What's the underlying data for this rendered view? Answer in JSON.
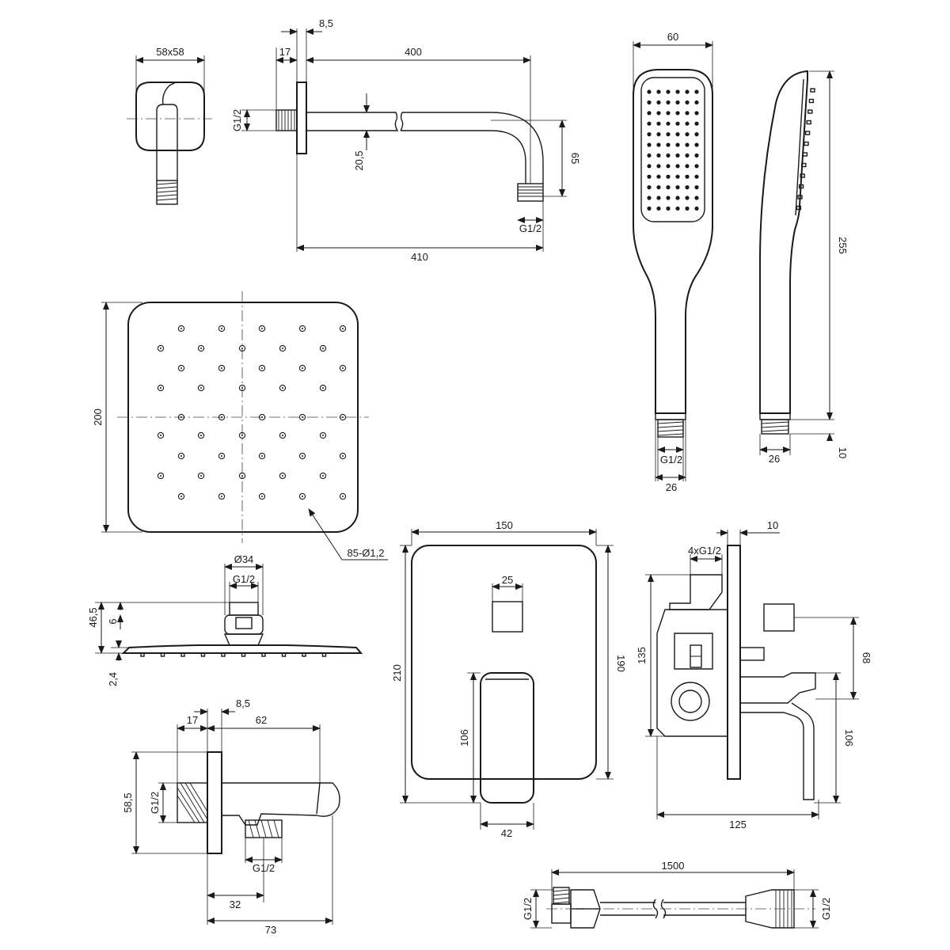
{
  "labels": {
    "arm_flange_size": "58x58",
    "arm_flange_thk": "17",
    "arm_flange_plate": "8,5",
    "arm_length": "400",
    "arm_thread_left": "G1/2",
    "arm_tube_dia": "20,5",
    "arm_drop": "65",
    "arm_thread_bottom": "G1/2",
    "arm_total": "410",
    "hand_width": "60",
    "hand_length": "255",
    "hand_thread": "G1/2",
    "hand_nut_front": "26",
    "hand_nut_side": "26",
    "hand_nut_len": "10",
    "head_size": "200",
    "head_nozzles": "85-Ø1,2",
    "head_conn_dia": "Ø34",
    "head_conn_thread": "G1/2",
    "head_height": "46,5",
    "head_nut_h": "6",
    "head_plate": "2,4",
    "elbow_flange_thk": "17",
    "elbow_plate": "8,5",
    "elbow_length": "62",
    "elbow_height": "58,5",
    "elbow_thread_left": "G1/2",
    "elbow_thread_bottom": "G1/2",
    "elbow_outlet_pos": "32",
    "elbow_total": "73",
    "plate_width": "150",
    "plate_height": "210",
    "plate_inner_h": "190",
    "plate_knob": "25",
    "plate_lever_h": "106",
    "plate_lever_w": "42",
    "valve_ports": "4xG1/2",
    "valve_plate": "10",
    "valve_height": "135",
    "valve_lever_off": "68",
    "valve_lever_h": "106",
    "valve_depth": "125",
    "hose_length": "1500",
    "hose_thread_left": "G1/2",
    "hose_thread_right": "G1/2"
  }
}
